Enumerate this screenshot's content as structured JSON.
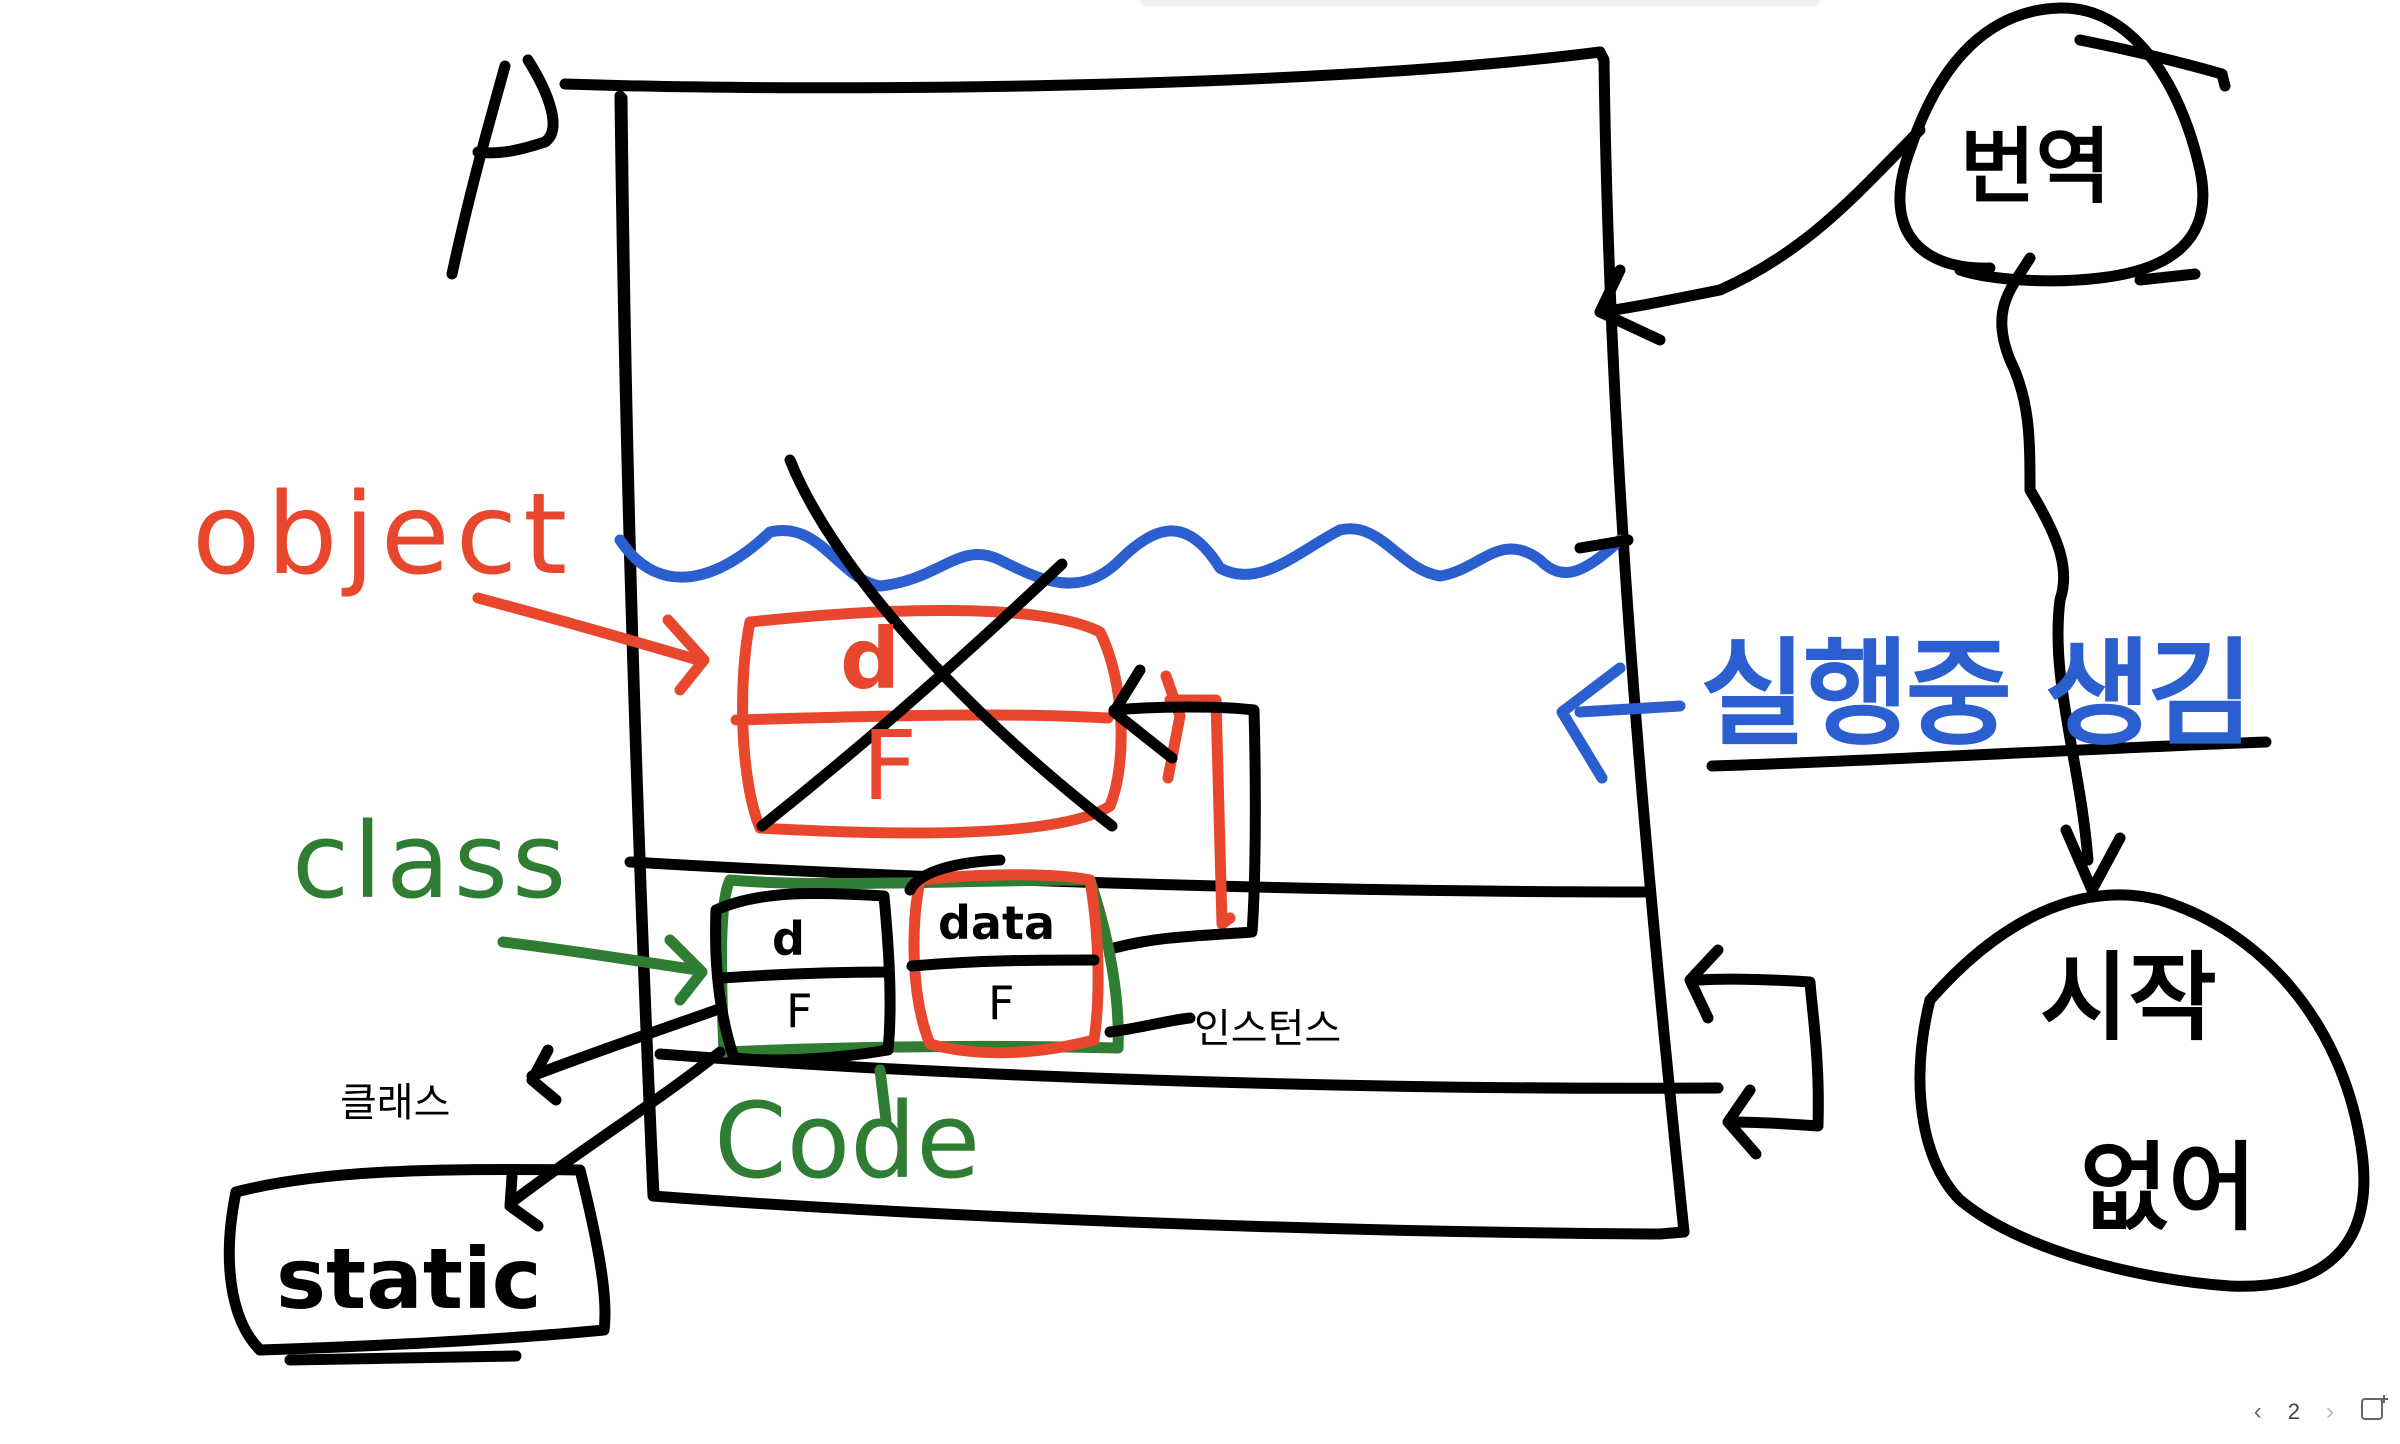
{
  "colors": {
    "black": "#000000",
    "red": "#e8472d",
    "blue": "#2b5fd0",
    "green": "#2e7d32"
  },
  "labels": {
    "object": "object",
    "class": "class",
    "code": "Code",
    "static": "static",
    "runtime": "실행중 생김",
    "compile": "번역",
    "start": "시작",
    "end": "없어",
    "instance": "인스턴스",
    "class_kr": "클래스",
    "cell_d_red": "d",
    "cell_f_red": "F",
    "cell_d_black": "d",
    "cell_f_black": "F",
    "cell_data": "data",
    "cell_f_green": "F",
    "corner": "A"
  },
  "pager": {
    "prev_icon": "chevron-left-icon",
    "page": "2",
    "next_icon": "chevron-right-icon",
    "add_icon": "add-page-icon"
  }
}
